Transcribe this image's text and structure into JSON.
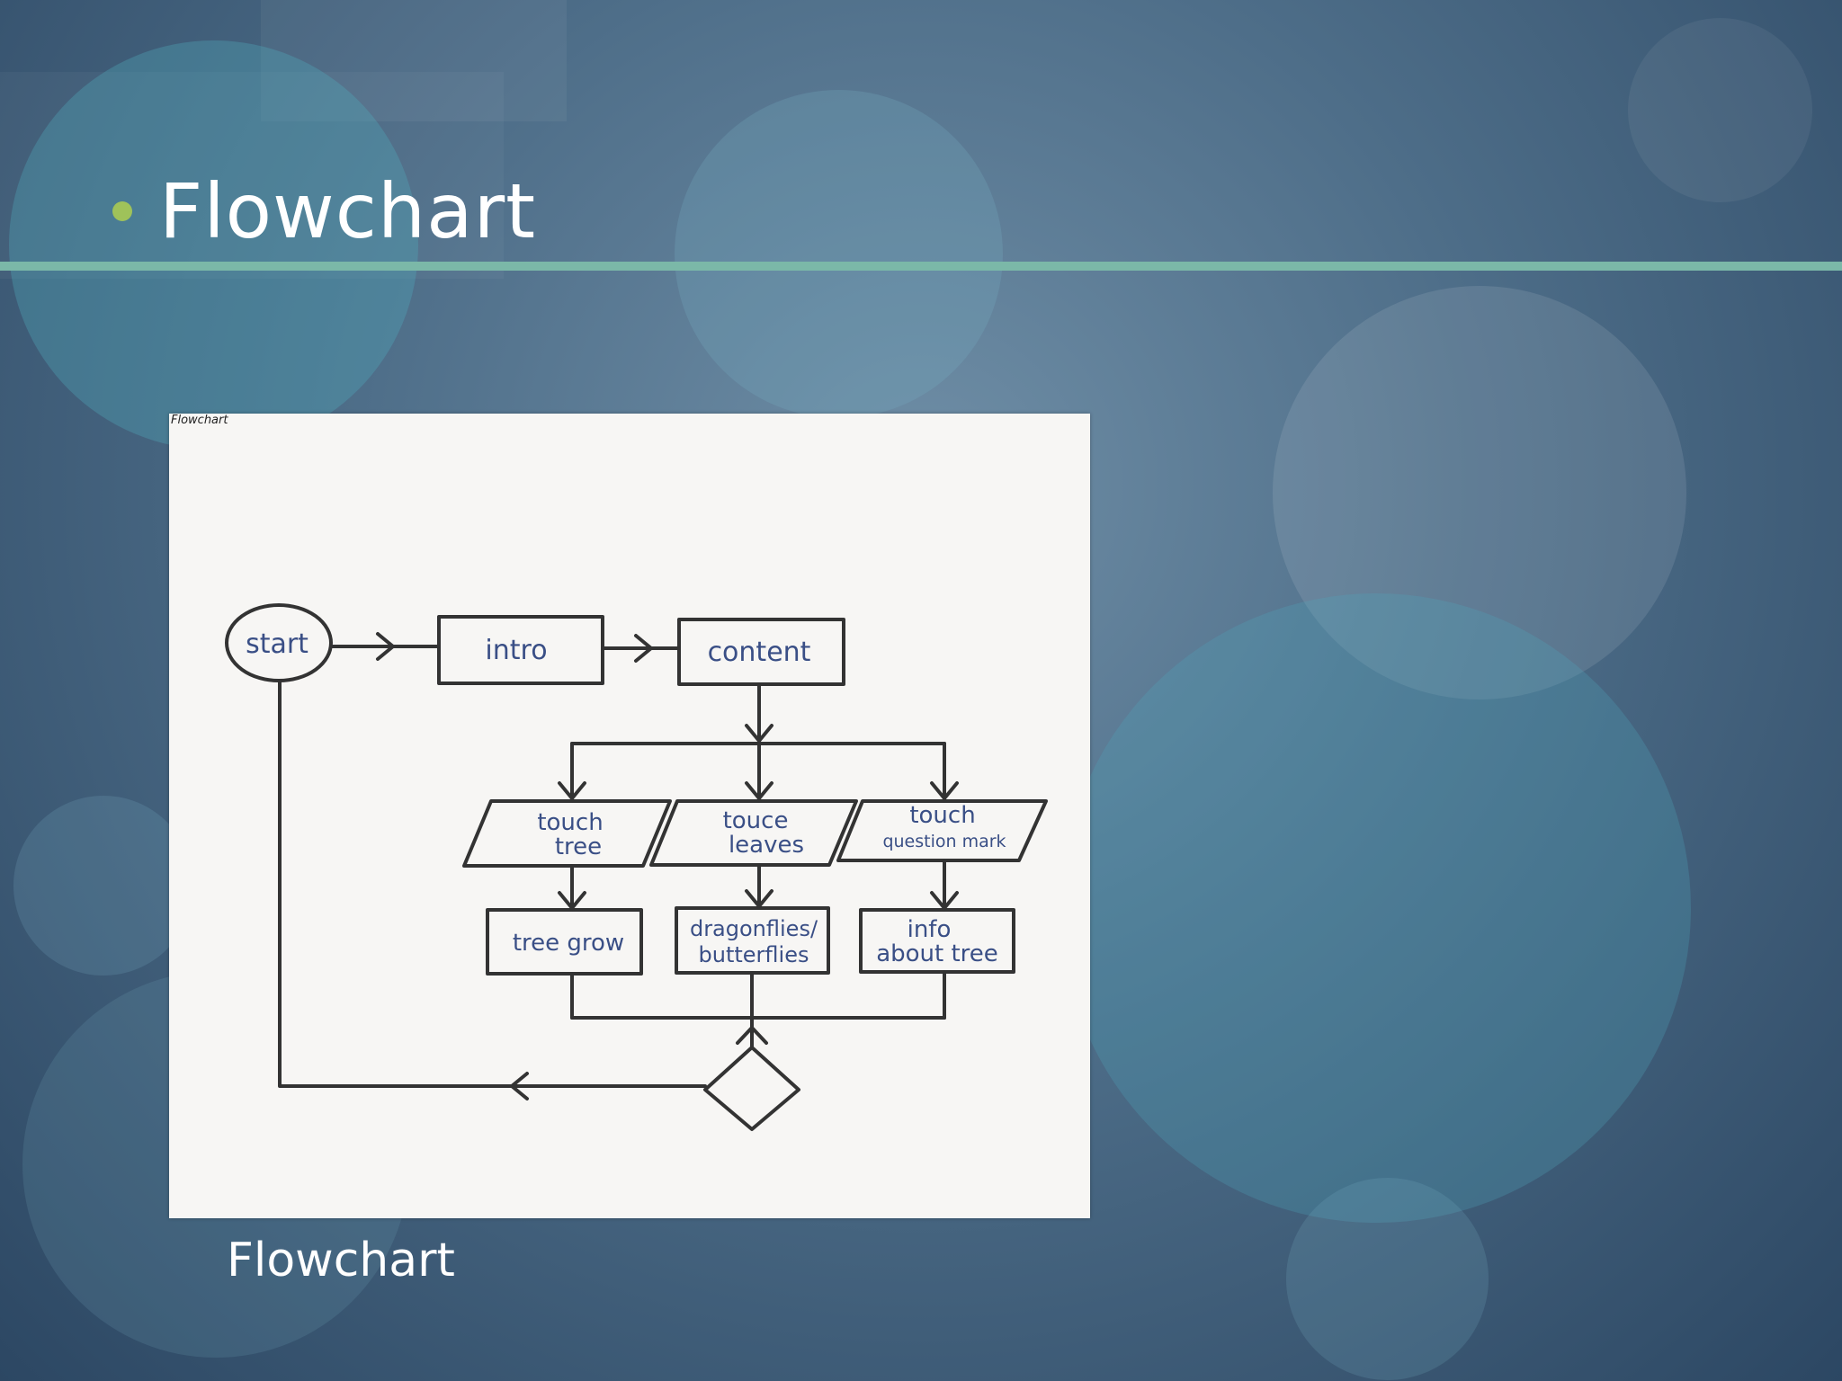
{
  "slide": {
    "title": "Flowchart",
    "caption": "Flowchart"
  },
  "figure": {
    "corner_label": "Flowchart",
    "nodes": {
      "start": "start",
      "intro": "intro",
      "content": "content",
      "touch_tree": [
        "touch",
        "tree"
      ],
      "touce_leaves": [
        "touce",
        "leaves"
      ],
      "touch_question_mark": [
        "touch",
        "question mark"
      ],
      "tree_grow": "tree grow",
      "dragonflies": [
        "dragonflies/",
        "butterflies"
      ],
      "info_about_tree": [
        "info",
        "about tree"
      ]
    }
  },
  "colors": {
    "bullet": "#9fc25a",
    "rule": "#7bb8a8",
    "ink": "#3a4f86",
    "stroke": "#333333"
  }
}
